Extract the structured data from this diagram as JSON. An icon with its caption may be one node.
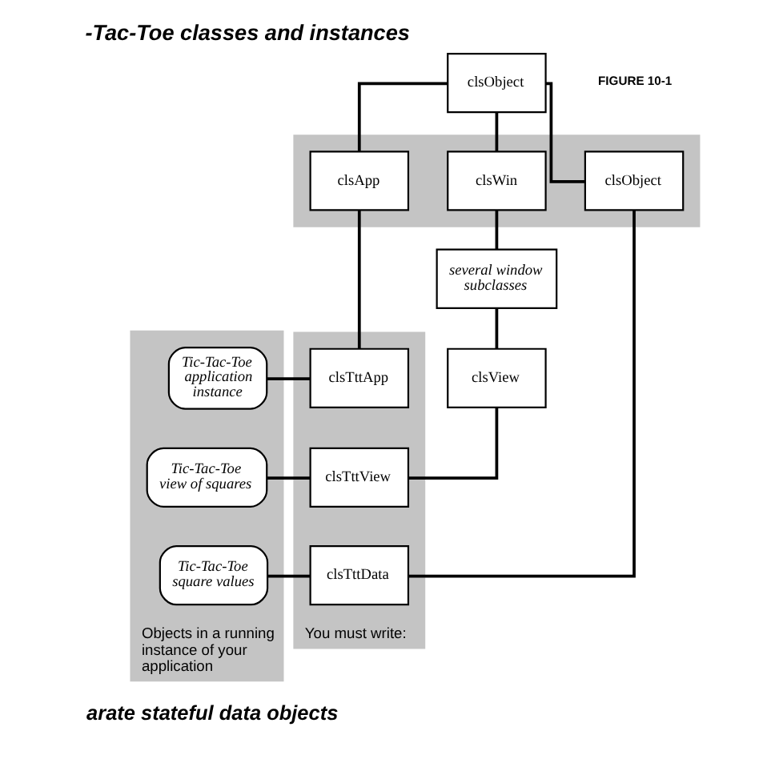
{
  "diagram": {
    "title": "-Tac-Toe classes and instances",
    "nodes": [
      {
        "text": [
          "clsObject"
        ]
      },
      {
        "text": [],
        "shape": "band"
      },
      {
        "text": [
          "clsApp"
        ],
        "in": 1
      },
      {
        "text": [
          "clsWin"
        ],
        "in": 1
      },
      {
        "text": [
          "clsObject"
        ],
        "in": 1
      },
      {
        "text": [
          "several window subclasses"
        ]
      },
      {
        "text": [
          "You must write:"
        ]
      },
      {
        "text": [
          "clsTttApp"
        ],
        "in": 6
      },
      {
        "text": [
          "Objects in a running instance of your application"
        ]
      },
      {
        "text": [
          "Tic-Tac-Toe application instance"
        ],
        "in": 8
      },
      {
        "text": [
          "clsView"
        ]
      },
      {
        "text": [
          "Tic-Tac-Toe view of squares"
        ],
        "in": 8
      },
      {
        "text": [
          "clsTttView"
        ],
        "in": 6
      },
      {
        "text": [
          "Tic-Tac-Toe square values"
        ],
        "in": 8
      },
      {
        "text": [
          "clsTttData"
        ],
        "in": 6
      }
    ],
    "edges": [
      {
        "from": 0,
        "to": 2,
        "arrow": "none"
      },
      {
        "from": 0,
        "to": 3,
        "arrow": "none"
      },
      {
        "from": 0,
        "to": 4,
        "arrow": "none"
      },
      {
        "from": 2,
        "to": 7,
        "arrow": "none"
      },
      {
        "from": 3,
        "to": 5,
        "arrow": "none"
      },
      {
        "from": 5,
        "to": 10,
        "arrow": "none"
      },
      {
        "from": 10,
        "to": 12,
        "arrow": "none"
      },
      {
        "from": 4,
        "to": 14,
        "arrow": "none"
      },
      {
        "from": 9,
        "to": 7,
        "arrow": "none"
      },
      {
        "from": 11,
        "to": 12,
        "arrow": "none"
      },
      {
        "from": 13,
        "to": 14,
        "arrow": "none"
      }
    ],
    "labels": [
      "FIGURE 10-1",
      "arate stateful data objects"
    ]
  }
}
